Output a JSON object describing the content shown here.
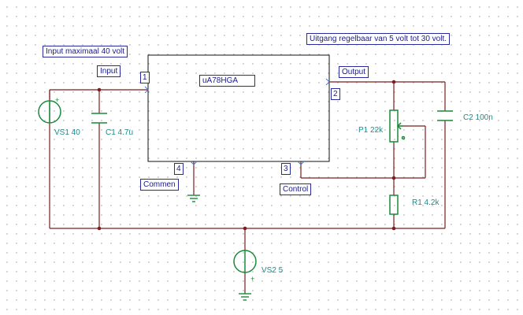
{
  "annotations": {
    "input_note": "Input maximaal 40 volt",
    "output_note": "Uitgang regelbaar van 5 volt tot 30 volt."
  },
  "ic": {
    "name": "uA78HGA",
    "pins": {
      "p1": "1",
      "p2": "2",
      "p3": "3",
      "p4": "4"
    },
    "nets": {
      "input": "Input",
      "output": "Output",
      "common": "Commen",
      "control": "Control"
    }
  },
  "components": {
    "vs1": "VS1 40",
    "c1": "C1 4.7u",
    "c2": "C2 100n",
    "p1": "P1 22k",
    "r1": "R1 4.2k",
    "vs2": "VS2 5"
  },
  "colors": {
    "wire": "#7a1f1f",
    "component": "#1a8a3a",
    "label_text": "#1f8a8a",
    "box_border": "#2a2aa0",
    "grid_dot": "#c9c9c9"
  }
}
